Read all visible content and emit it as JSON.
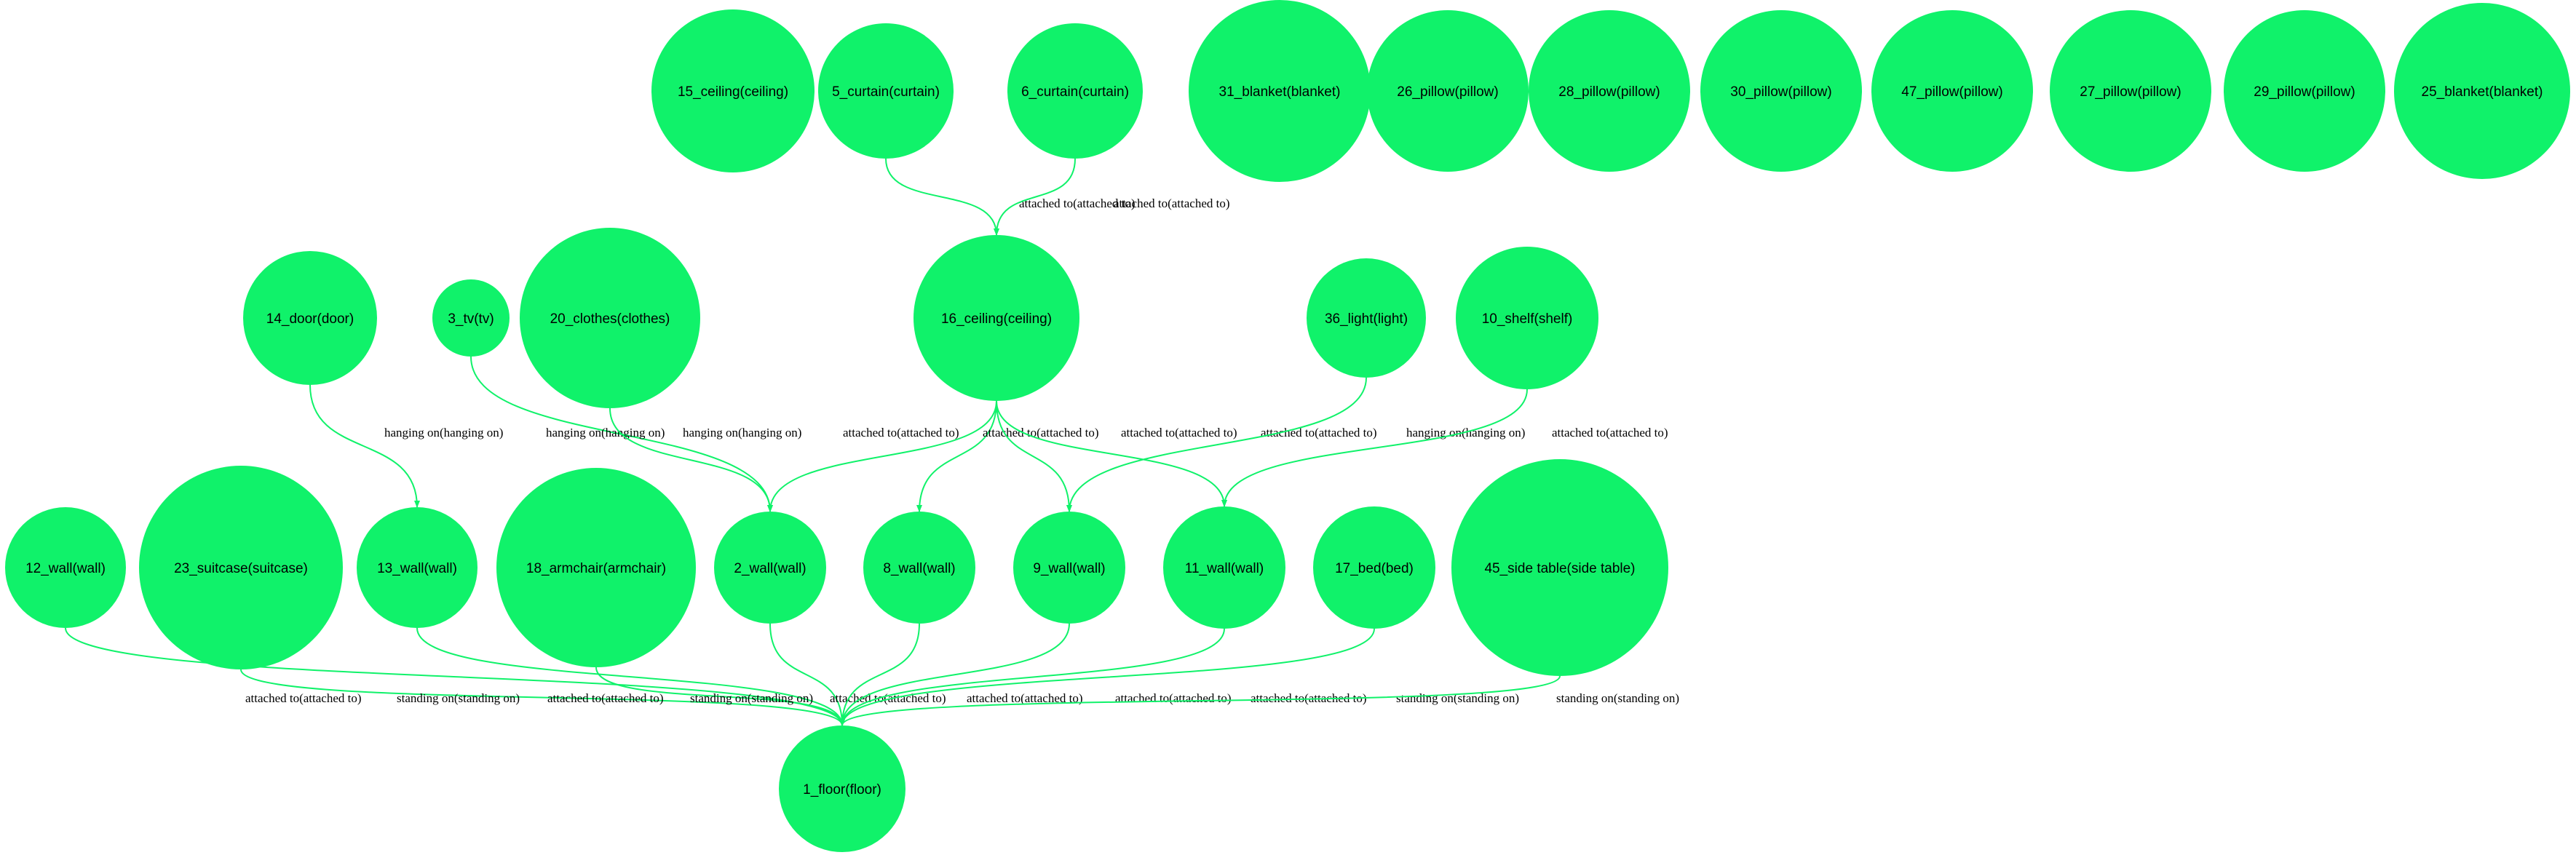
{
  "colors": {
    "node_fill": "#10f26a",
    "edge": "#10f26a",
    "text": "#000000"
  },
  "nodes": [
    {
      "id": "15",
      "label": "15_ceiling(ceiling)"
    },
    {
      "id": "5",
      "label": "5_curtain(curtain)"
    },
    {
      "id": "6",
      "label": "6_curtain(curtain)"
    },
    {
      "id": "31",
      "label": "31_blanket(blanket)"
    },
    {
      "id": "26",
      "label": "26_pillow(pillow)"
    },
    {
      "id": "28",
      "label": "28_pillow(pillow)"
    },
    {
      "id": "30",
      "label": "30_pillow(pillow)"
    },
    {
      "id": "47",
      "label": "47_pillow(pillow)"
    },
    {
      "id": "27",
      "label": "27_pillow(pillow)"
    },
    {
      "id": "29",
      "label": "29_pillow(pillow)"
    },
    {
      "id": "25",
      "label": "25_blanket(blanket)"
    },
    {
      "id": "14",
      "label": "14_door(door)"
    },
    {
      "id": "3",
      "label": "3_tv(tv)"
    },
    {
      "id": "20",
      "label": "20_clothes(clothes)"
    },
    {
      "id": "16",
      "label": "16_ceiling(ceiling)"
    },
    {
      "id": "36",
      "label": "36_light(light)"
    },
    {
      "id": "10",
      "label": "10_shelf(shelf)"
    },
    {
      "id": "12",
      "label": "12_wall(wall)"
    },
    {
      "id": "23",
      "label": "23_suitcase(suitcase)"
    },
    {
      "id": "13",
      "label": "13_wall(wall)"
    },
    {
      "id": "18",
      "label": "18_armchair(armchair)"
    },
    {
      "id": "2",
      "label": "2_wall(wall)"
    },
    {
      "id": "8",
      "label": "8_wall(wall)"
    },
    {
      "id": "9",
      "label": "9_wall(wall)"
    },
    {
      "id": "11",
      "label": "11_wall(wall)"
    },
    {
      "id": "17",
      "label": "17_bed(bed)"
    },
    {
      "id": "45",
      "label": "45_side table(side table)"
    },
    {
      "id": "1",
      "label": "1_floor(floor)"
    }
  ],
  "edges": [
    {
      "from": "5",
      "to": "16",
      "label": "attached to(attached to)"
    },
    {
      "from": "6",
      "to": "16",
      "label": "attached to(attached to)"
    },
    {
      "from": "14",
      "to": "13",
      "label": "hanging on(hanging on)"
    },
    {
      "from": "3",
      "to": "2",
      "label": "hanging on(hanging on)"
    },
    {
      "from": "20",
      "to": "2",
      "label": "hanging on(hanging on)"
    },
    {
      "from": "16",
      "to": "2",
      "label": "attached to(attached to)"
    },
    {
      "from": "16",
      "to": "8",
      "label": "attached to(attached to)"
    },
    {
      "from": "16",
      "to": "9",
      "label": "attached to(attached to)"
    },
    {
      "from": "16",
      "to": "11",
      "label": "attached to(attached to)"
    },
    {
      "from": "36",
      "to": "9",
      "label": "hanging on(hanging on)"
    },
    {
      "from": "10",
      "to": "11",
      "label": "attached to(attached to)"
    },
    {
      "from": "12",
      "to": "1",
      "label": "attached to(attached to)"
    },
    {
      "from": "23",
      "to": "1",
      "label": "standing on(standing on)"
    },
    {
      "from": "13",
      "to": "1",
      "label": "attached to(attached to)"
    },
    {
      "from": "18",
      "to": "1",
      "label": "standing on(standing on)"
    },
    {
      "from": "2",
      "to": "1",
      "label": "attached to(attached to)"
    },
    {
      "from": "8",
      "to": "1",
      "label": "attached to(attached to)"
    },
    {
      "from": "9",
      "to": "1",
      "label": "attached to(attached to)"
    },
    {
      "from": "11",
      "to": "1",
      "label": "attached to(attached to)"
    },
    {
      "from": "17",
      "to": "1",
      "label": "standing on(standing on)"
    },
    {
      "from": "45",
      "to": "1",
      "label": "standing on(standing on)"
    }
  ]
}
